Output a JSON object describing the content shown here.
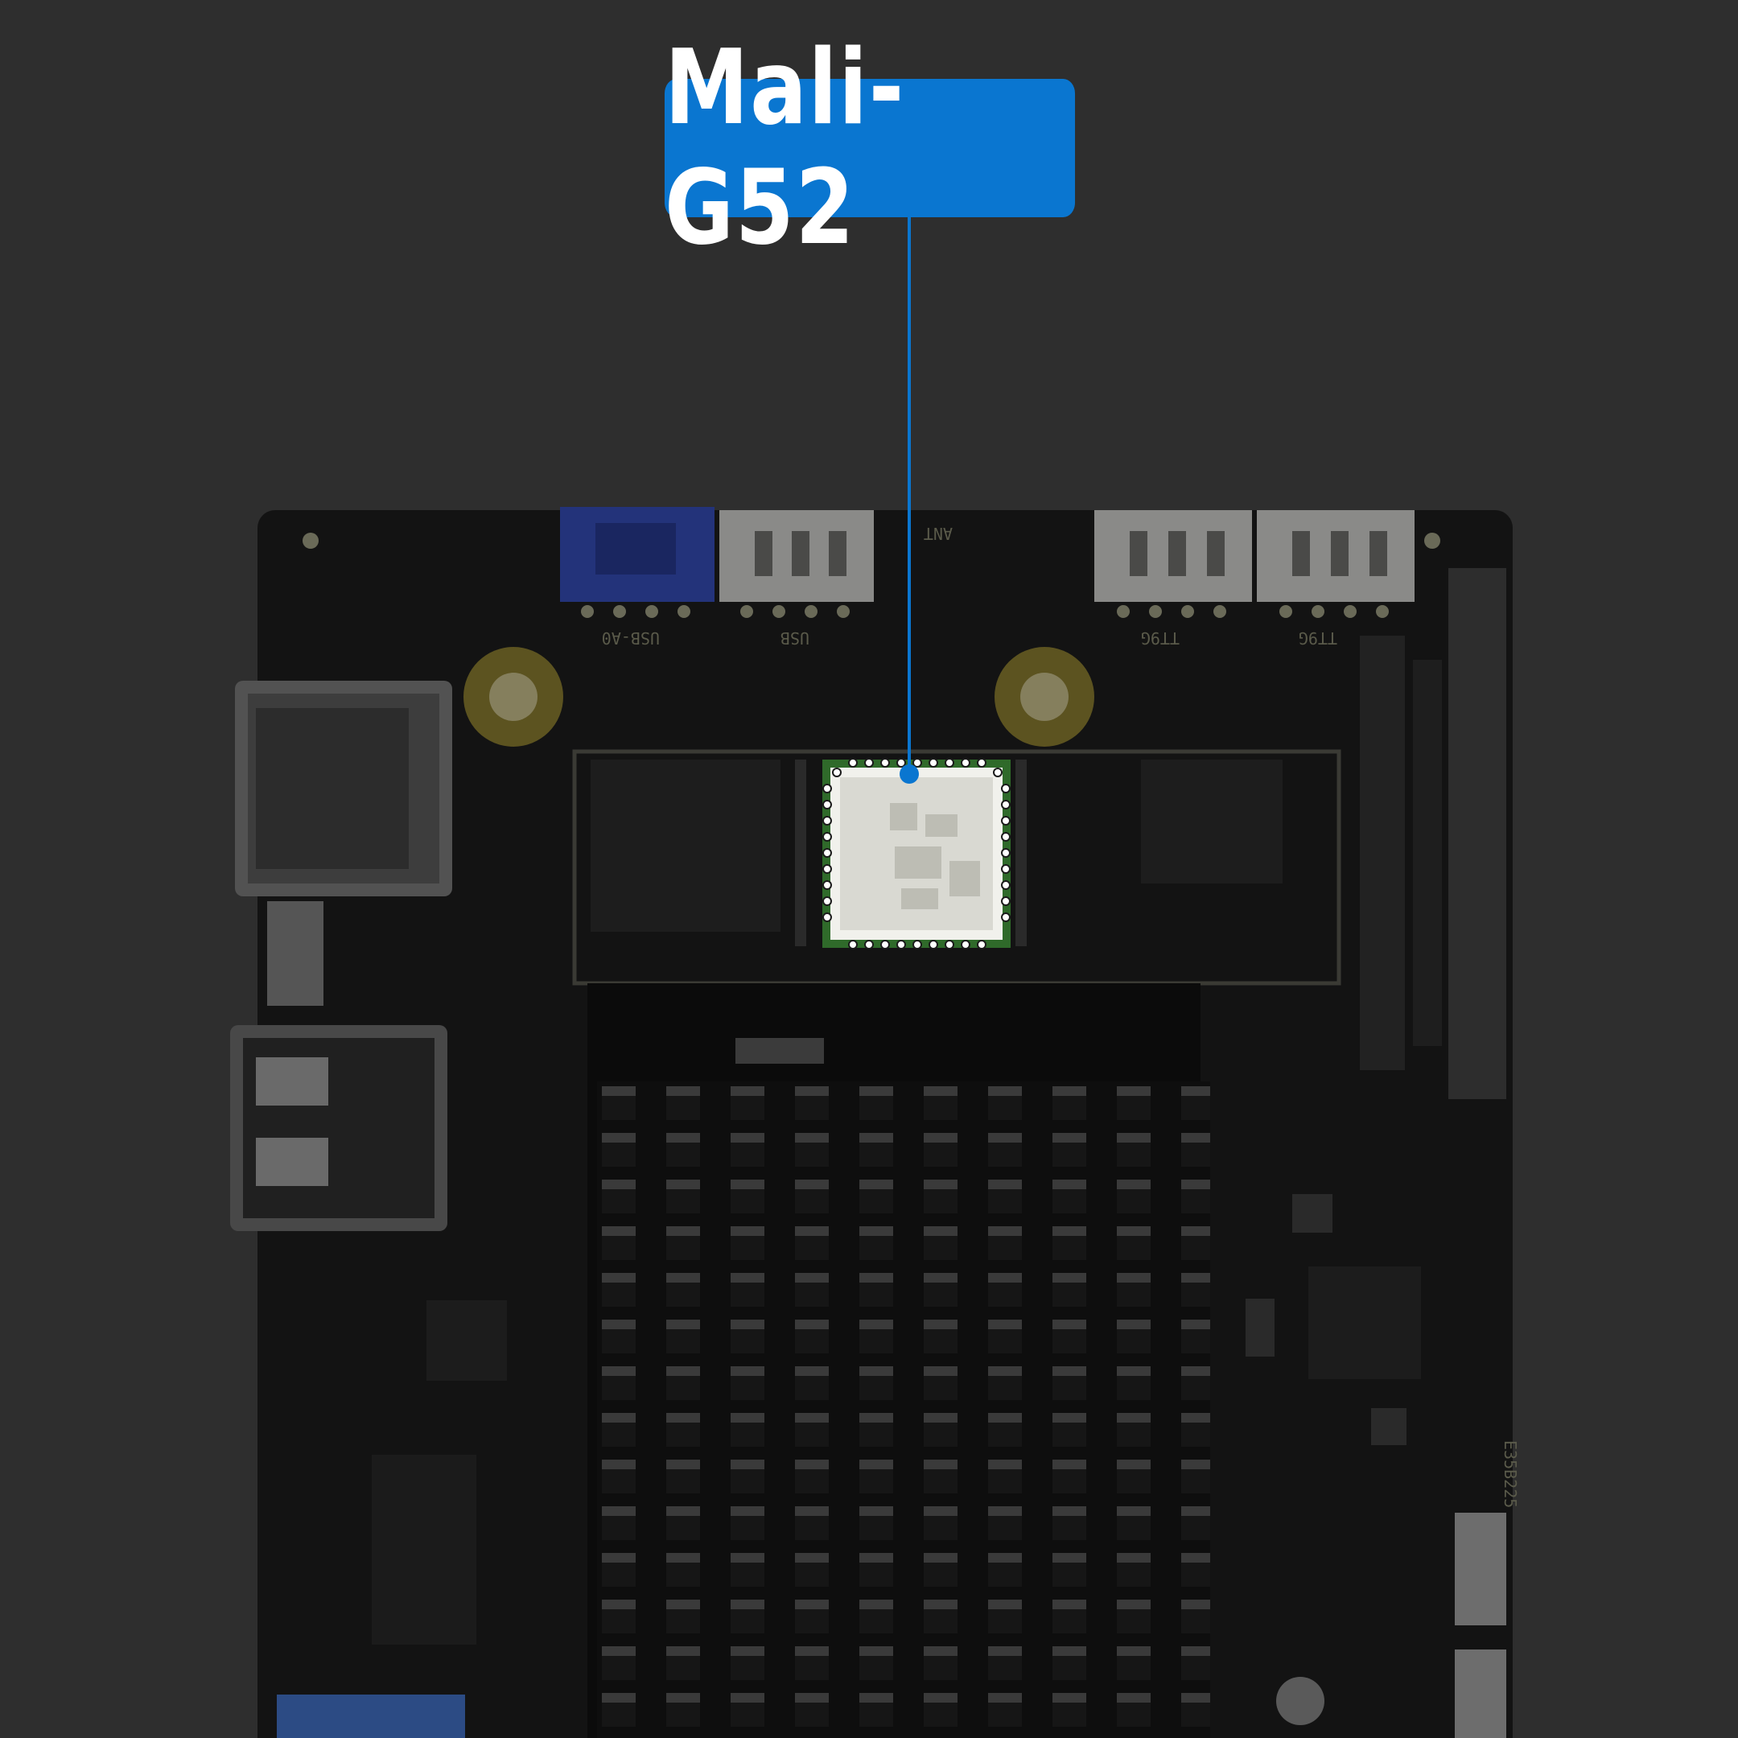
{
  "callout": {
    "label": "Mali-G52",
    "color": "#0a76d0"
  },
  "colors": {
    "background": "#2e2e2e",
    "board": "#121212",
    "silkscreen": "#5a5a4a",
    "chip": "#cfcfc7"
  },
  "board_silkscreen": {
    "usb_a0_label": "USB-A0",
    "usb_label": "USB",
    "tt_label_1": "TT9G",
    "tt_label_2": "TT9G",
    "ant_label": "ANT",
    "board_code": "E35B225"
  }
}
